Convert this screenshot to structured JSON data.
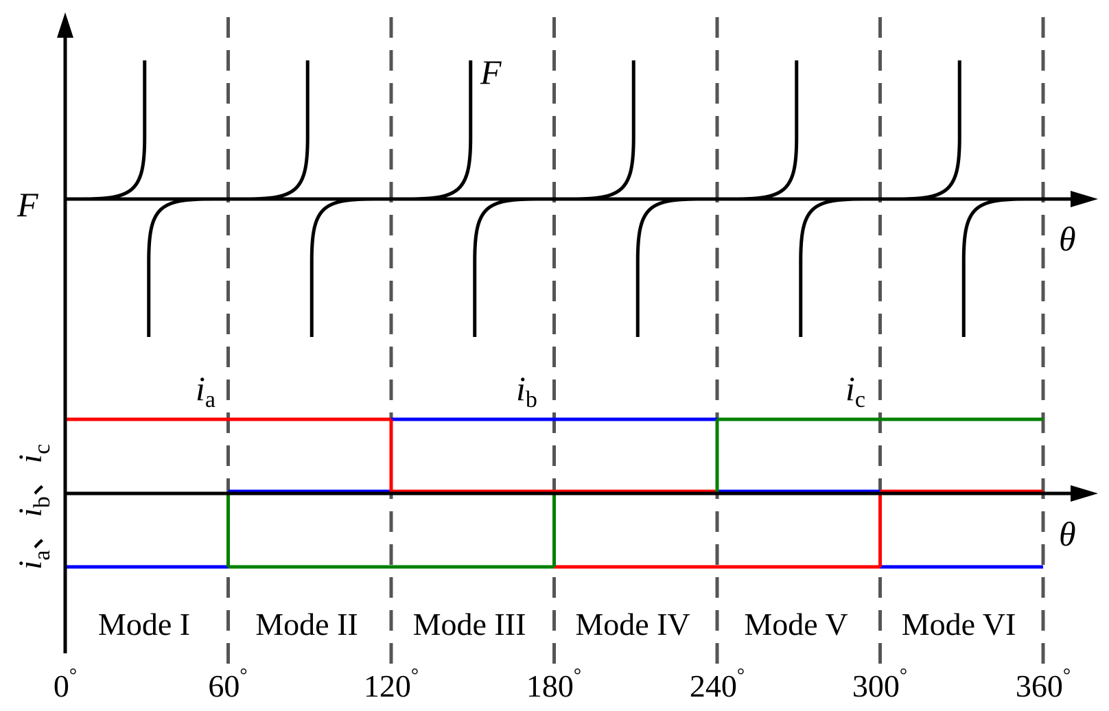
{
  "upper_plot": {
    "y_label": "F",
    "curve_label": "F",
    "x_label": "θ",
    "spike_angles": [
      30,
      90,
      150,
      210,
      270,
      330
    ]
  },
  "lower_plot": {
    "y_label": {
      "a_sym": "i",
      "a_sub": "a",
      "sep1": "、",
      "b_sym": "i",
      "b_sub": "b",
      "sep2": "、",
      "c_sym": "i",
      "c_sub": "c"
    },
    "x_label": "θ",
    "phase_labels": [
      {
        "sym": "i",
        "sub": "a"
      },
      {
        "sym": "i",
        "sub": "b"
      },
      {
        "sym": "i",
        "sub": "c"
      }
    ]
  },
  "colors": {
    "ia": "#ff0000",
    "ib": "#0000ff",
    "ic": "#008000",
    "axis": "#000000",
    "divider": "#555555"
  },
  "modes": [
    "Mode I",
    "Mode II",
    "Mode III",
    "Mode IV",
    "Mode V",
    "Mode VI"
  ],
  "angle_ticks": [
    {
      "value": 0,
      "label": "0",
      "deg": "°"
    },
    {
      "value": 60,
      "label": "60",
      "deg": "°"
    },
    {
      "value": 120,
      "label": "120",
      "deg": "°"
    },
    {
      "value": 180,
      "label": "180",
      "deg": "°"
    },
    {
      "value": 240,
      "label": "240",
      "deg": "°"
    },
    {
      "value": 300,
      "label": "300",
      "deg": "°"
    },
    {
      "value": 360,
      "label": "360",
      "deg": "°"
    }
  ],
  "currents": {
    "top_level": [
      {
        "from": 0,
        "to": 120,
        "phase": "ia"
      },
      {
        "from": 120,
        "to": 240,
        "phase": "ib"
      },
      {
        "from": 240,
        "to": 360,
        "phase": "ic"
      }
    ],
    "bottom_level": [
      {
        "from": 0,
        "to": 60,
        "phase": "ib"
      },
      {
        "from": 60,
        "to": 180,
        "phase": "ic"
      },
      {
        "from": 180,
        "to": 300,
        "phase": "ia"
      },
      {
        "from": 300,
        "to": 360,
        "phase": "ib"
      }
    ],
    "zero_level": [
      {
        "from": 60,
        "to": 120,
        "phase": "ib"
      },
      {
        "from": 120,
        "to": 240,
        "phase": "ia"
      },
      {
        "from": 240,
        "to": 300,
        "phase": "ib"
      },
      {
        "from": 300,
        "to": 360,
        "phase": "ia"
      }
    ],
    "transitions": [
      {
        "at": 60,
        "phase": "ic",
        "from_level": "bottom",
        "to_level": "zero"
      },
      {
        "at": 120,
        "phase": "ia",
        "from_level": "zero",
        "to_level": "top"
      },
      {
        "at": 180,
        "phase": "ic",
        "from_level": "bottom",
        "to_level": "zero"
      },
      {
        "at": 240,
        "phase": "ic",
        "from_level": "zero",
        "to_level": "top"
      },
      {
        "at": 300,
        "phase": "ia",
        "from_level": "bottom",
        "to_level": "zero"
      }
    ]
  }
}
